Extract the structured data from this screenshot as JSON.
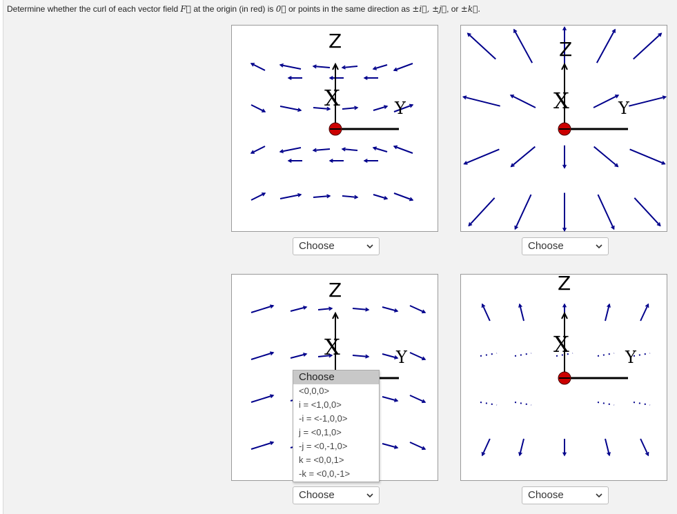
{
  "question": {
    "prefix": "Determine whether the curl of each vector field",
    "field_symbol": "F⃗",
    "middle": "at the origin (in red) is",
    "zero_symbol": "0⃗",
    "suffix": "or points in the same direction as",
    "directions": "±i⃗, ±j⃗",
    "or_word": ", or",
    "k_symbol": "±k⃗."
  },
  "axis_labels": {
    "z": "Z",
    "x": "X",
    "y": "Y"
  },
  "colors": {
    "arrow": "#00008b",
    "origin": "#cc0000",
    "axis": "#000000"
  },
  "panels": [
    {
      "select_value": "Choose"
    },
    {
      "select_value": "Choose"
    },
    {
      "select_value": "Choose"
    },
    {
      "select_value": "Choose"
    }
  ],
  "dropdown": {
    "options": [
      "Choose",
      "<0,0,0>",
      "i = <1,0,0>",
      "-i = <-1,0,0>",
      "j = <0,1,0>",
      "-j = <0,-1,0>",
      "k = <0,0,1>",
      "-k = <0,0,-1>"
    ],
    "highlighted": "Choose"
  }
}
